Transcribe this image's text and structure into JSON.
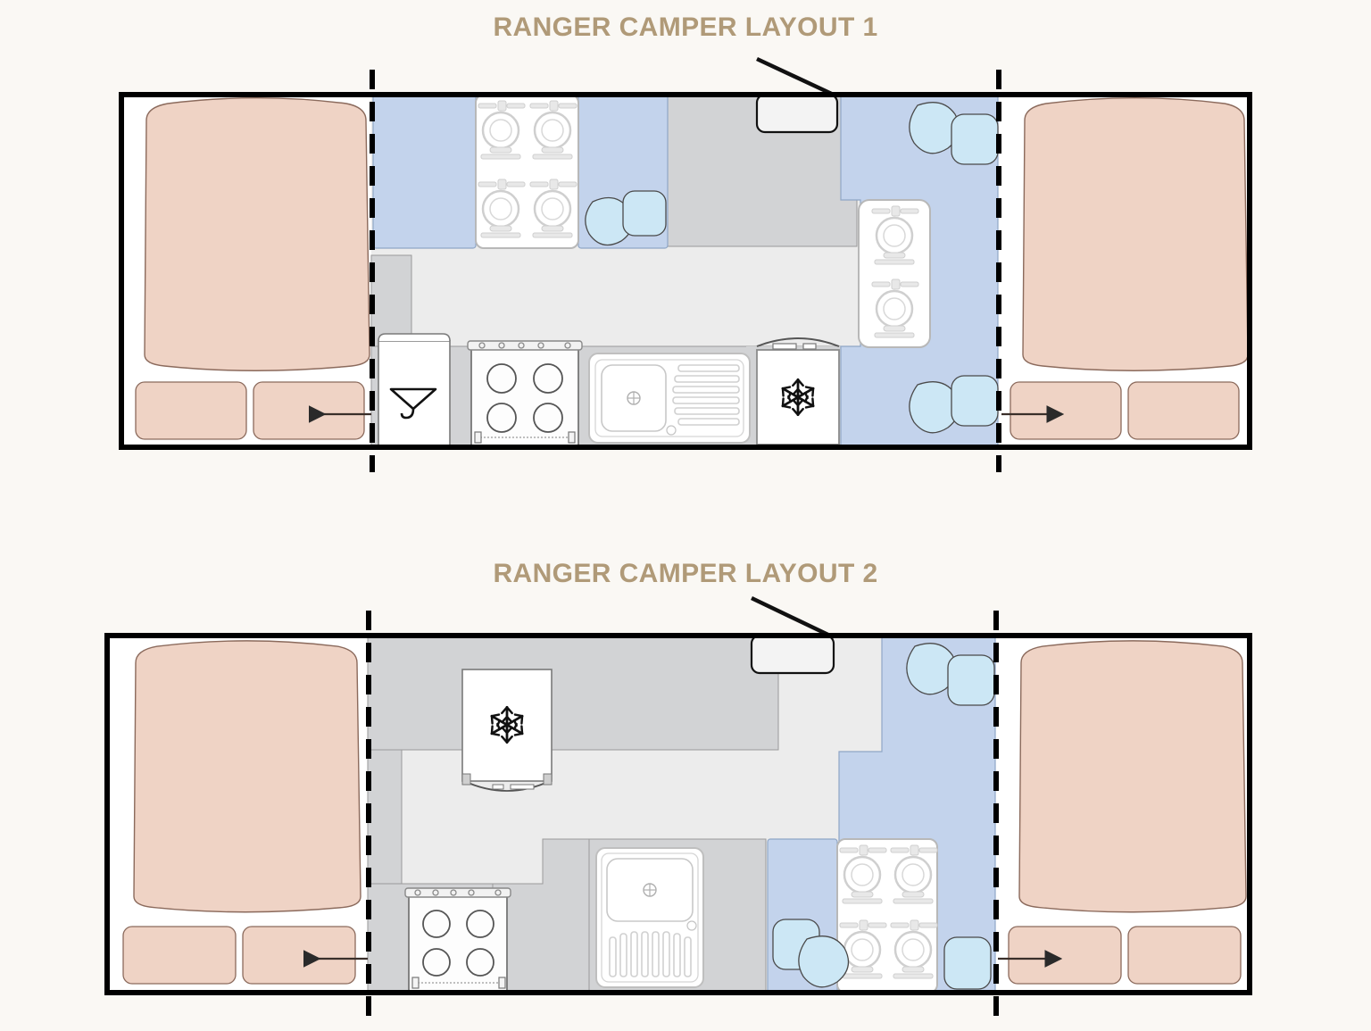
{
  "document": {
    "background_color": "#FAF8F4",
    "type": "floor-plan-diagram"
  },
  "palette": {
    "title_text": "#B09A78",
    "mattress": "#EFD3C5",
    "pillow": "#EFD3C5",
    "bench_blue": "#C3D3EC",
    "cushion_blue": "#CCE7F5",
    "counter_grey": "#D2D3D5",
    "floor_light": "#ECECEC",
    "appliance_white": "#FFFFFF",
    "outline": "#000000",
    "thin_line": "#555555"
  },
  "plans": [
    {
      "id": "layout-1",
      "title": "RANGER CAMPER LAYOUT 1",
      "divider_count": 2,
      "zones": [
        {
          "name": "front-bedroom",
          "side": "left"
        },
        {
          "name": "central-living-kitchen",
          "side": "center"
        },
        {
          "name": "rear-bedroom",
          "side": "right"
        }
      ],
      "features": [
        {
          "name": "bed-front",
          "label": "Double bed",
          "fill": "#EFD3C5"
        },
        {
          "name": "pillow-front-left",
          "label": "Pillow",
          "fill": "#EFD3C5"
        },
        {
          "name": "pillow-front-right",
          "label": "Pillow",
          "fill": "#EFD3C5"
        },
        {
          "name": "slide-arrow-front",
          "label": "Slide-out direction",
          "direction": "left"
        },
        {
          "name": "bed-rear",
          "label": "Double bed",
          "fill": "#EFD3C5"
        },
        {
          "name": "pillow-rear-left",
          "label": "Pillow",
          "fill": "#EFD3C5"
        },
        {
          "name": "pillow-rear-right",
          "label": "Pillow",
          "fill": "#EFD3C5"
        },
        {
          "name": "slide-arrow-rear",
          "label": "Slide-out direction",
          "direction": "right"
        },
        {
          "name": "dinette-table-top",
          "label": "Dinette table",
          "settings": 4
        },
        {
          "name": "dinette-table-right",
          "label": "Dinette table",
          "settings": 2
        },
        {
          "name": "bench-seat-top-left",
          "label": "Bench seat",
          "fill": "#C3D3EC"
        },
        {
          "name": "bench-seat-top-right",
          "label": "Bench seat",
          "fill": "#C3D3EC"
        },
        {
          "name": "lounge-right",
          "label": "L-shaped lounge",
          "fill": "#C3D3EC"
        },
        {
          "name": "wardrobe",
          "label": "Wardrobe",
          "icon": "clothes-hanger-icon"
        },
        {
          "name": "stove",
          "label": "Four-burner cooktop",
          "burners": 4
        },
        {
          "name": "sink",
          "label": "Sink with drainboard",
          "orientation": "horizontal"
        },
        {
          "name": "refrigerator",
          "label": "Refrigerator",
          "icon": "snowflake-icon"
        },
        {
          "name": "entry-door",
          "label": "Entry door",
          "swing": "up-left"
        },
        {
          "name": "cushion-pair-top",
          "label": "Cushions",
          "count": 2
        },
        {
          "name": "cushion-pair-bottom",
          "label": "Cushions",
          "count": 2
        }
      ]
    },
    {
      "id": "layout-2",
      "title": "RANGER CAMPER LAYOUT 2",
      "divider_count": 2,
      "zones": [
        {
          "name": "front-bedroom",
          "side": "left"
        },
        {
          "name": "central-living-kitchen",
          "side": "center"
        },
        {
          "name": "rear-bedroom",
          "side": "right"
        }
      ],
      "features": [
        {
          "name": "bed-front",
          "label": "Double bed",
          "fill": "#EFD3C5"
        },
        {
          "name": "pillow-front-left",
          "label": "Pillow",
          "fill": "#EFD3C5"
        },
        {
          "name": "pillow-front-right",
          "label": "Pillow",
          "fill": "#EFD3C5"
        },
        {
          "name": "slide-arrow-front",
          "label": "Slide-out direction",
          "direction": "left"
        },
        {
          "name": "bed-rear",
          "label": "Double bed",
          "fill": "#EFD3C5"
        },
        {
          "name": "pillow-rear-left",
          "label": "Pillow",
          "fill": "#EFD3C5"
        },
        {
          "name": "pillow-rear-right",
          "label": "Pillow",
          "fill": "#EFD3C5"
        },
        {
          "name": "slide-arrow-rear",
          "label": "Slide-out direction",
          "direction": "right"
        },
        {
          "name": "refrigerator",
          "label": "Refrigerator",
          "icon": "snowflake-icon"
        },
        {
          "name": "stove",
          "label": "Four-burner cooktop",
          "burners": 4
        },
        {
          "name": "sink",
          "label": "Sink with drainboard",
          "orientation": "vertical"
        },
        {
          "name": "dinette-table",
          "label": "Dinette table",
          "settings": 4
        },
        {
          "name": "bench-seat-dinette",
          "label": "Bench seat",
          "fill": "#C3D3EC"
        },
        {
          "name": "lounge-right",
          "label": "L-shaped lounge",
          "fill": "#C3D3EC"
        },
        {
          "name": "entry-door",
          "label": "Entry door",
          "swing": "up-left"
        },
        {
          "name": "cushion-pair-top",
          "label": "Cushions",
          "count": 2
        },
        {
          "name": "cushion-dinette",
          "label": "Cushions",
          "count": 2
        },
        {
          "name": "cushion-bottom-right",
          "label": "Cushion",
          "count": 1
        }
      ]
    }
  ]
}
